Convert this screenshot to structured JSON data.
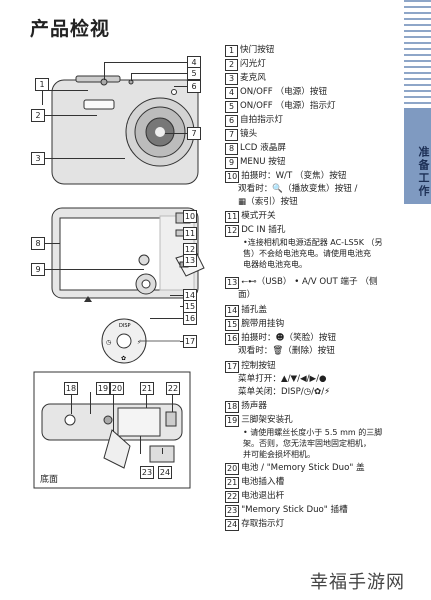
{
  "page": {
    "title": "产品检视",
    "side_tab": "准备工作"
  },
  "diagram_labels": [
    "1",
    "2",
    "3",
    "4",
    "5",
    "6",
    "7",
    "8",
    "9",
    "10",
    "11",
    "12",
    "13",
    "14",
    "15",
    "16",
    "17",
    "18",
    "19",
    "20",
    "21",
    "22",
    "23",
    "24"
  ],
  "bottom_label": "底面",
  "legend": [
    {
      "num": "1",
      "text": "快门按钮"
    },
    {
      "num": "2",
      "text": "闪光灯"
    },
    {
      "num": "3",
      "text": "麦克风"
    },
    {
      "num": "4",
      "text": "ON/OFF （电源）按钮"
    },
    {
      "num": "5",
      "text": "ON/OFF （电源）指示灯"
    },
    {
      "num": "6",
      "text": "自拍指示灯"
    },
    {
      "num": "7",
      "text": "镜头"
    },
    {
      "num": "8",
      "text": "LCD 液晶屏"
    },
    {
      "num": "9",
      "text": "MENU 按钮"
    },
    {
      "num": "10",
      "text": "拍摄时：W/T （变焦）按钮",
      "sub": [
        "观看时：🔍（播放变焦）按钮 /",
        "▦（索引）按钮"
      ]
    },
    {
      "num": "11",
      "text": "模式开关"
    },
    {
      "num": "12",
      "text": "DC IN 插孔",
      "sub2": [
        "•连接相机和电源适配器 AC-LS5K （另",
        "售）不会给电池充电。请使用电池充",
        "电器给电池充电。"
      ]
    },
    {
      "num": "13",
      "text": "⭠⊷（USB） • A/V OUT 端子 （侧",
      "sub": [
        "面）"
      ]
    },
    {
      "num": "14",
      "text": "插孔盖"
    },
    {
      "num": "15",
      "text": "腕带用挂钩"
    },
    {
      "num": "16",
      "text": "拍摄时：☻（笑脸）按钮",
      "sub": [
        "观看时：🗑（删除）按钮"
      ]
    },
    {
      "num": "17",
      "text": "控制按钮",
      "sub": [
        "菜单打开：▲/▼/◀/▶/●",
        "菜单关闭：DISP/◷/✿/⚡"
      ]
    },
    {
      "num": "18",
      "text": "扬声器"
    },
    {
      "num": "19",
      "text": "三脚架安装孔",
      "sub2": [
        "• 请使用螺丝长度小于 5.5 mm 的三脚",
        "架。否则，您无法牢固地固定相机，",
        "并可能会损坏相机。"
      ]
    },
    {
      "num": "20",
      "text": "电池 / \"Memory Stick Duo\" 盖"
    },
    {
      "num": "21",
      "text": "电池插入槽"
    },
    {
      "num": "22",
      "text": "电池退出杆"
    },
    {
      "num": "23",
      "text": "\"Memory Stick Duo\" 插槽"
    },
    {
      "num": "24",
      "text": "存取指示灯"
    }
  ],
  "watermark": "幸福手游网"
}
